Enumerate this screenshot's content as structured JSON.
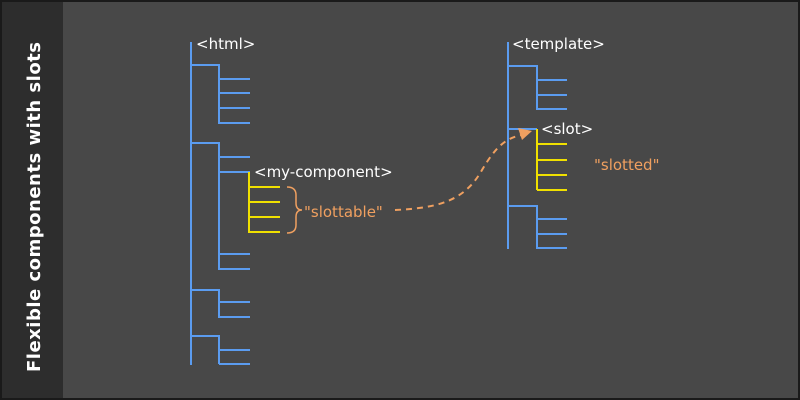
{
  "sidebar": {
    "title": "Flexible components with slots"
  },
  "diagram": {
    "html_label": "<html>",
    "component_label": "<my-component>",
    "slottable_label": "\"slottable\"",
    "template_label": "<template>",
    "slot_label": "<slot>",
    "slotted_label": "\"slotted\""
  },
  "colors": {
    "tree": "#5b9cf0",
    "slot": "#f0e000",
    "accent": "#f0a060",
    "panel": "#484848",
    "sidebar": "#2d2d2d"
  }
}
